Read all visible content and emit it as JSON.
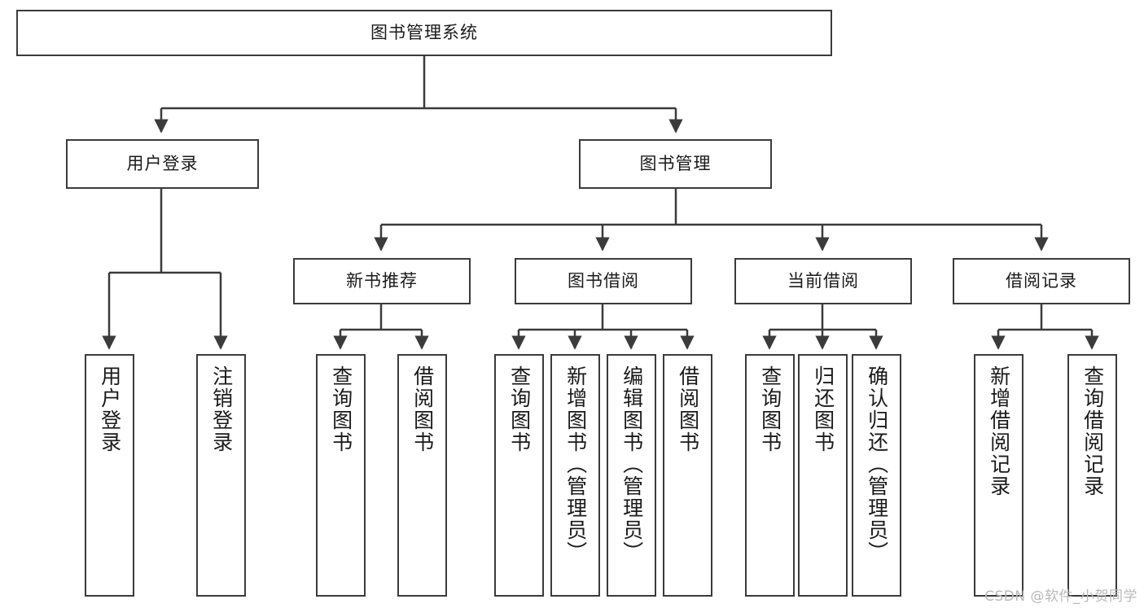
{
  "diagram": {
    "title": "图书管理系统",
    "watermark": "CSDN @软件_小贺同学",
    "line_color": "#3b3b3b",
    "box_fill": "#ffffff",
    "text_color": "#1a1a1a",
    "watermark_color": "#b9b9b9",
    "root": {
      "label": "图书管理系统"
    },
    "level2": [
      {
        "label": "用户登录"
      },
      {
        "label": "图书管理"
      }
    ],
    "level3": [
      {
        "label": "新书推荐"
      },
      {
        "label": "图书借阅"
      },
      {
        "label": "当前借阅"
      },
      {
        "label": "借阅记录"
      }
    ],
    "leaves": {
      "user_login": [
        {
          "label": "用户登录"
        },
        {
          "label": "注销登录"
        }
      ],
      "new_book_recommend": [
        {
          "label": "查询图书"
        },
        {
          "label": "借阅图书"
        }
      ],
      "book_borrow": [
        {
          "label": "查询图书"
        },
        {
          "label": "新增图书（管理员）"
        },
        {
          "label": "编辑图书（管理员）"
        },
        {
          "label": "借阅图书"
        }
      ],
      "current_borrow": [
        {
          "label": "查询图书"
        },
        {
          "label": "归还图书"
        },
        {
          "label": "确认归还（管理员）"
        }
      ],
      "borrow_record": [
        {
          "label": "新增借阅记录"
        },
        {
          "label": "查询借阅记录"
        }
      ]
    }
  }
}
